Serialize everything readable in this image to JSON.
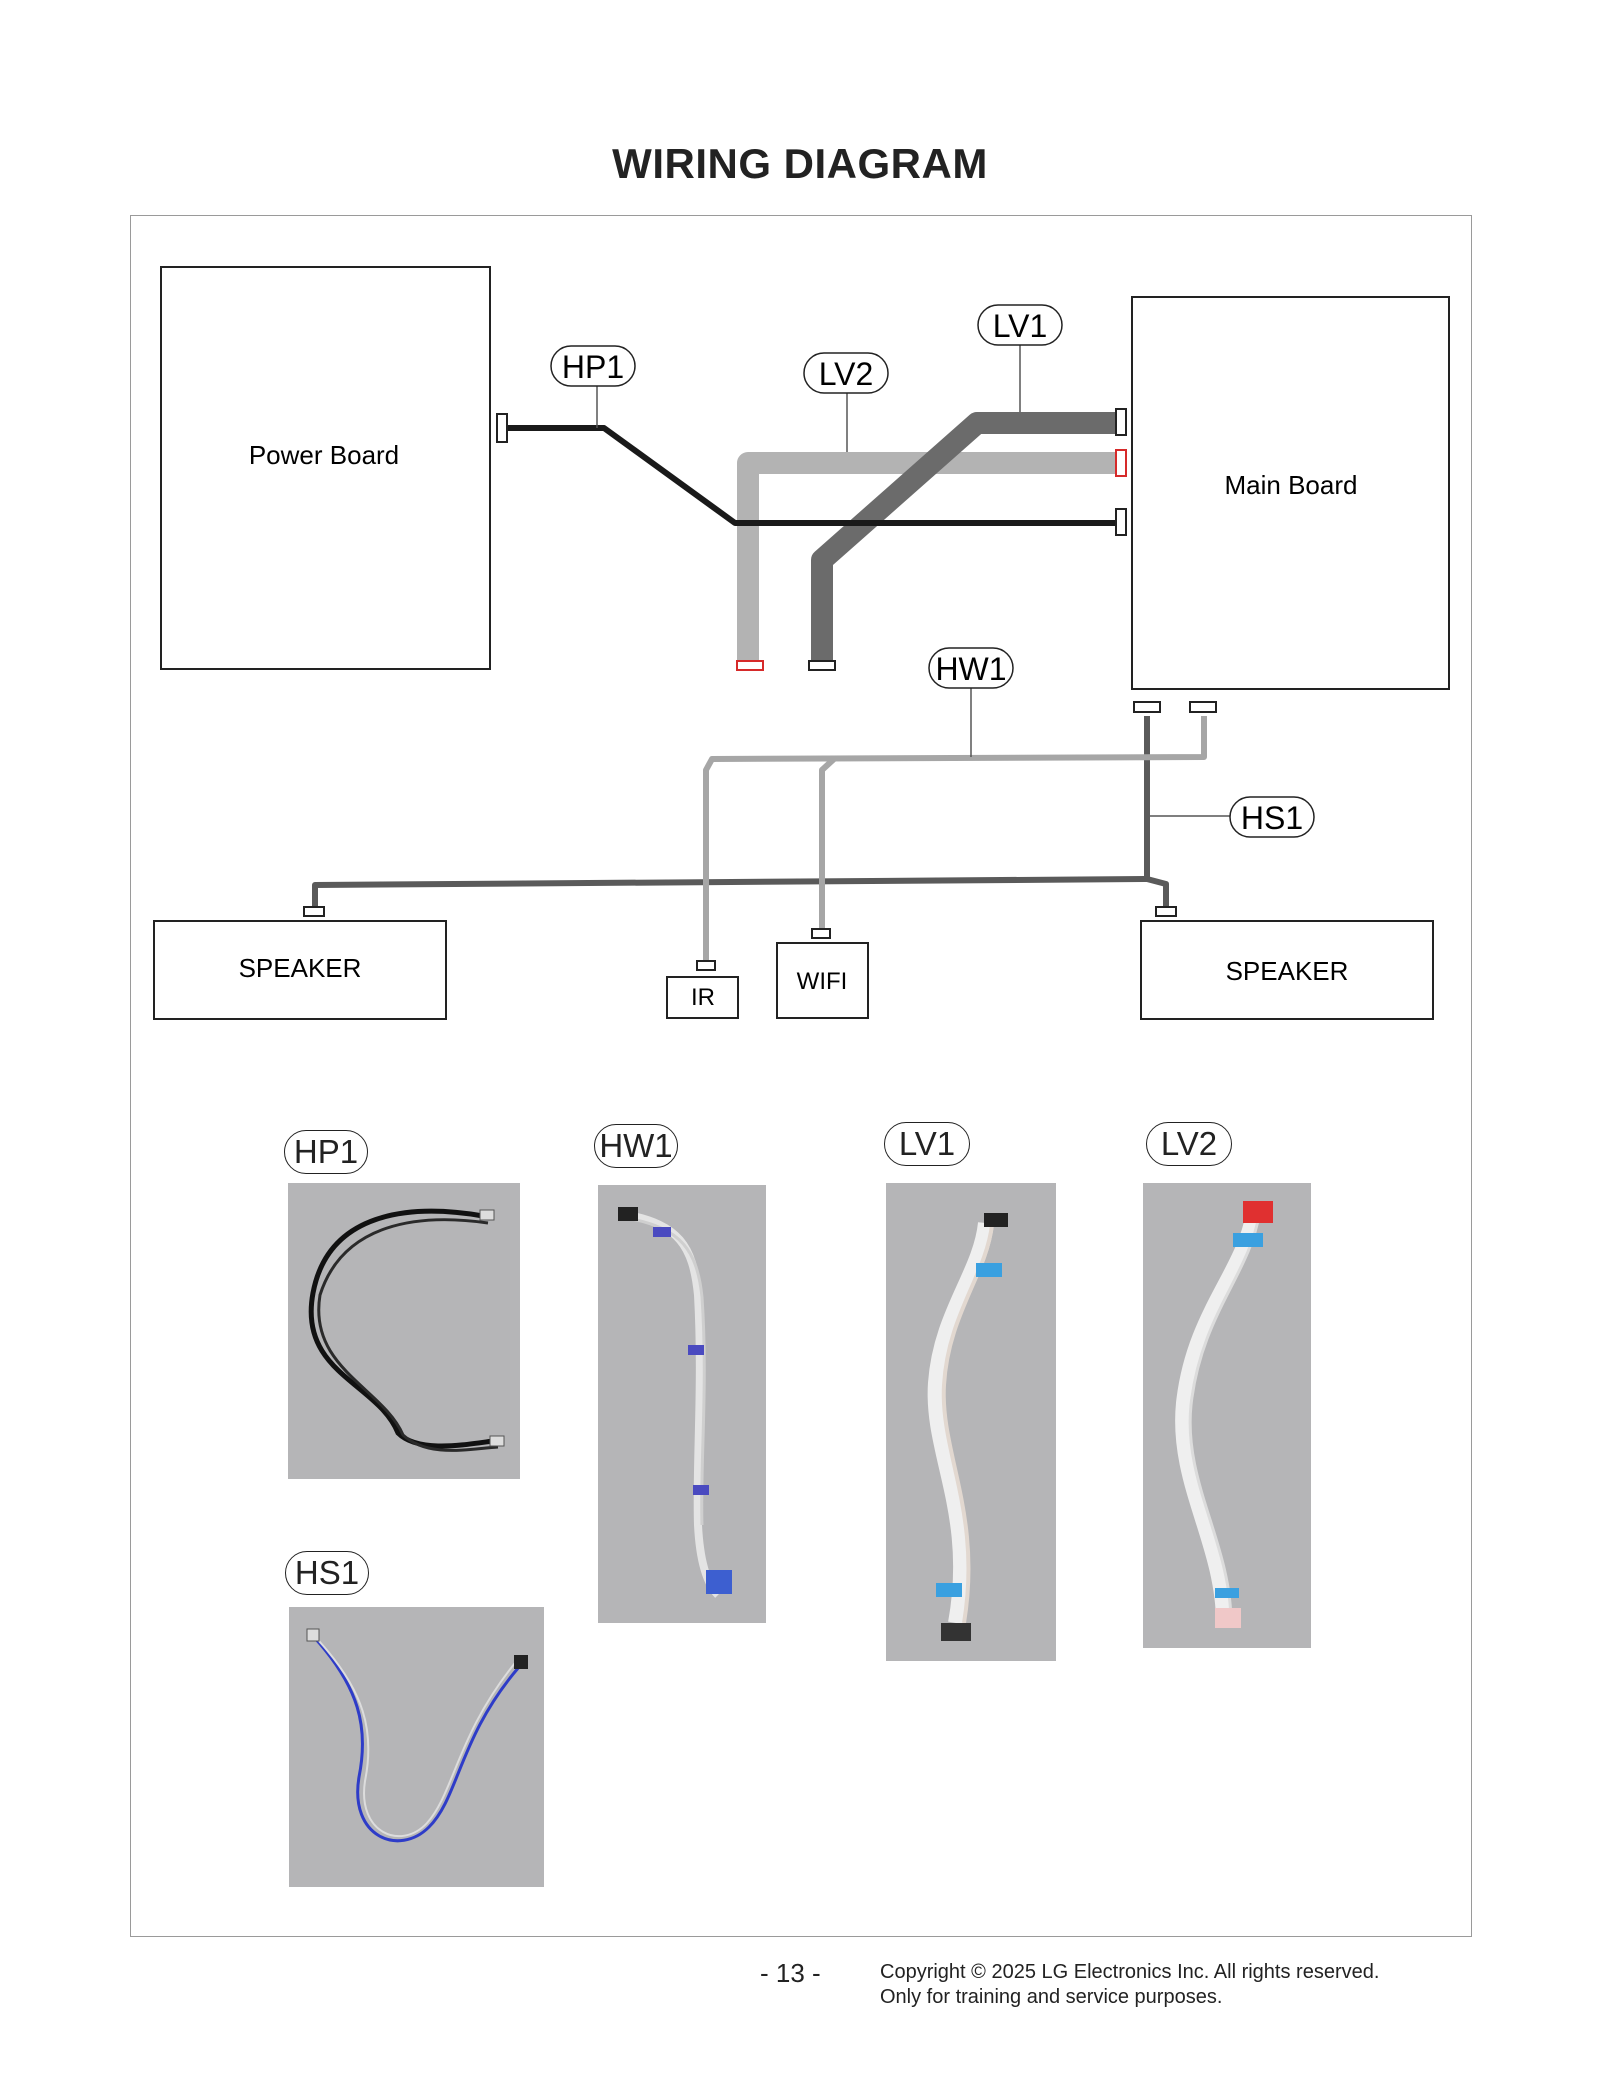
{
  "title": "WIRING DIAGRAM",
  "boards": {
    "power": "Power Board",
    "main": "Main Board",
    "speaker_left": "SPEAKER",
    "speaker_right": "SPEAKER",
    "ir": "IR",
    "wifi": "WIFI"
  },
  "cables": {
    "hp1": "HP1",
    "lv1": "LV1",
    "lv2": "LV2",
    "hw1": "HW1",
    "hs1": "HS1"
  },
  "photo_labels": [
    "HP1",
    "HW1",
    "LV1",
    "LV2",
    "HS1"
  ],
  "colors": {
    "hp1_cable": "#1a1a1a",
    "lv1_cable": "#6b6b6b",
    "lv2_cable": "#b3b3b3",
    "hw1_cable": "#a6a6a6",
    "hs1_cable": "#5a5a5a",
    "highlight_connector": "#d62a2a",
    "photo_background": "#b5b5b7"
  },
  "footer": {
    "page": "- 13 -",
    "copyright": "Copyright © 2025 LG Electronics Inc. All rights reserved.",
    "note": "Only for training and service purposes."
  }
}
